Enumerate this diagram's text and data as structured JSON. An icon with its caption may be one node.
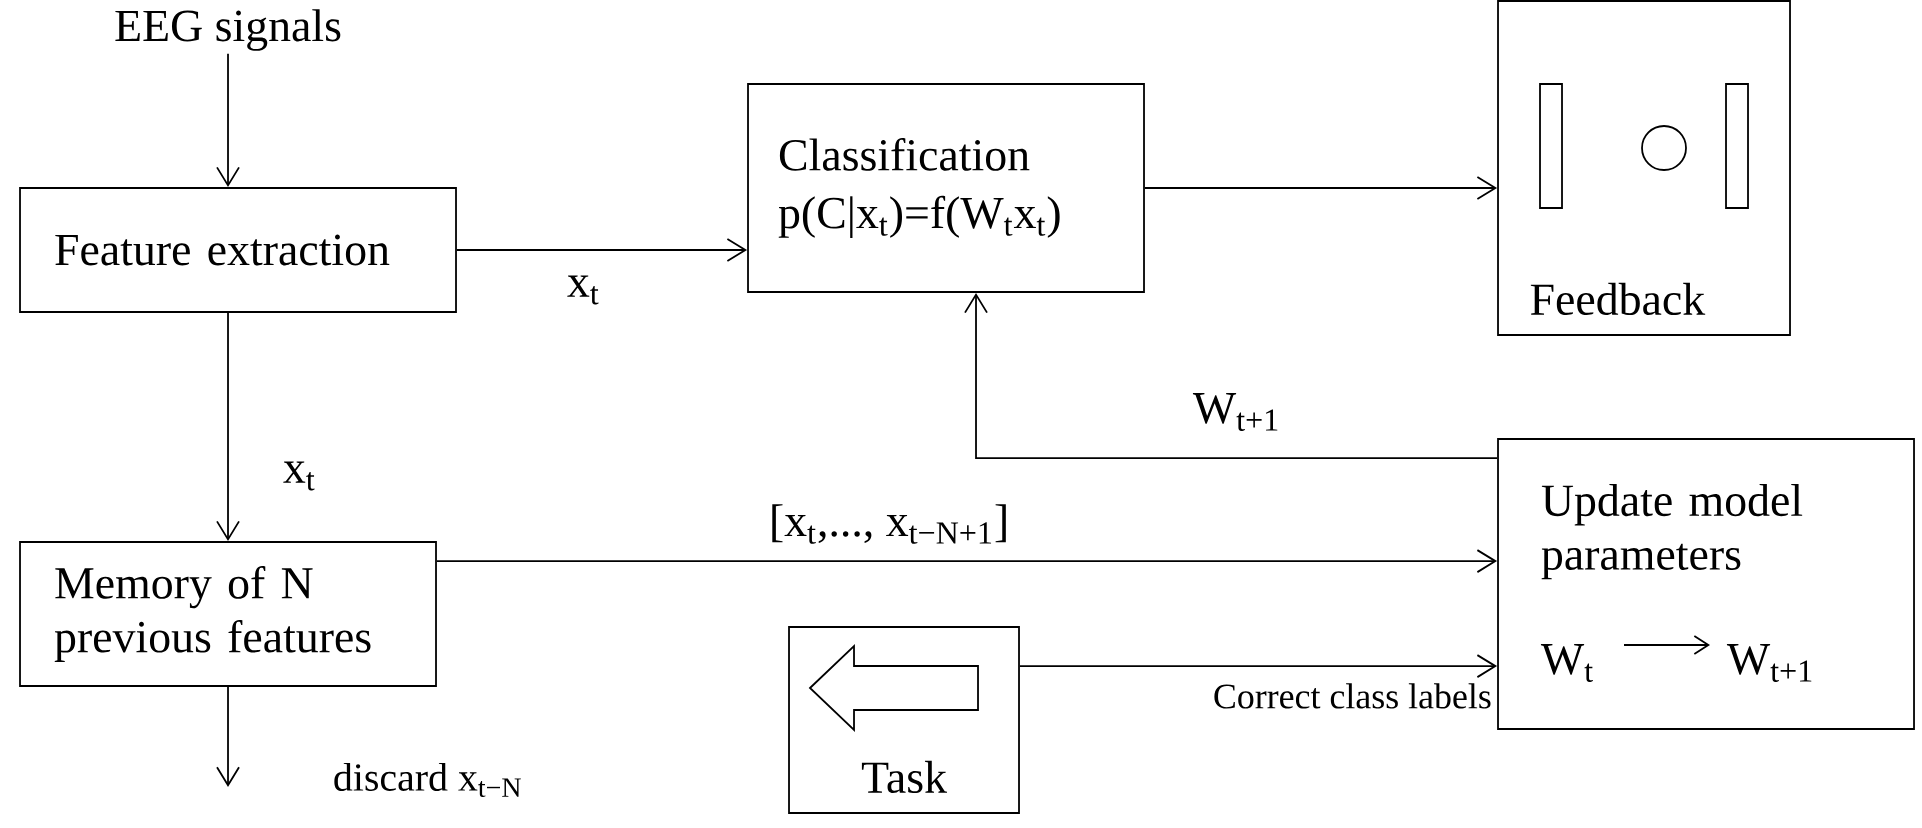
{
  "diagram": {
    "nodes": [
      {
        "text": [
          "EEG signals"
        ]
      },
      {
        "text": [
          "Feature extraction"
        ]
      },
      {
        "text": [
          "Classification",
          "p(C|x$_{t}$)=f(W$_{t}$x$_{t}$)"
        ]
      },
      {
        "text": [
          "Feedback"
        ]
      },
      {
        "text": [
          "Memory of N previous features"
        ]
      },
      {
        "text": [
          "Update model parameters",
          "W$_{t}$",
          "W$_{t+1}$"
        ]
      },
      {
        "text": [
          "Task"
        ]
      }
    ],
    "edges": [
      {
        "from": 0,
        "to": 1,
        "arrow": "to"
      },
      {
        "from": 1,
        "to": 2,
        "arrow": "to",
        "label": "x$_{t}$"
      },
      {
        "from": 2,
        "to": 3,
        "arrow": "to"
      },
      {
        "from": 1,
        "to": 4,
        "arrow": "to",
        "label": "x$_{t}$"
      },
      {
        "from": 5,
        "to": 2,
        "arrow": "to",
        "label": "W$_{t+1}$"
      },
      {
        "from": 4,
        "to": 5,
        "arrow": "to",
        "label": "[x$_{t}$,..., x$_{t−N+1}$]"
      },
      {
        "from": 6,
        "to": 5,
        "arrow": "to",
        "label": "Correct class labels"
      },
      {
        "from": 4,
        "to": null,
        "arrow": "to",
        "label": "discard x$_{t−N}$"
      }
    ]
  }
}
